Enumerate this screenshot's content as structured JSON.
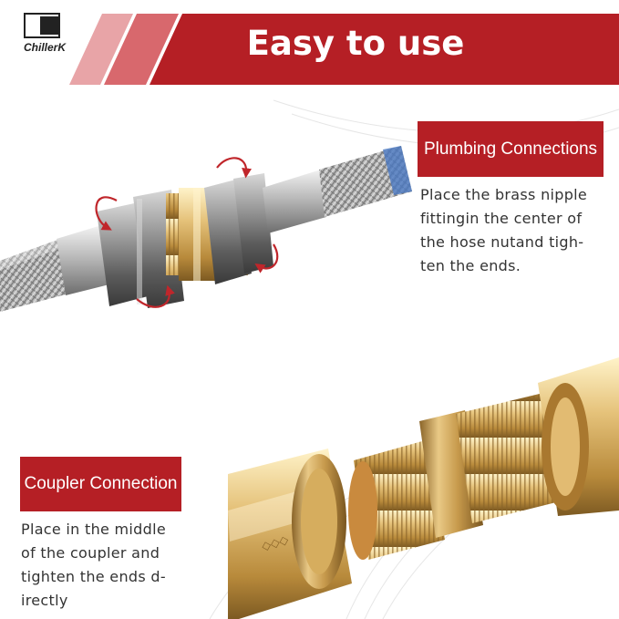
{
  "brand": {
    "logo_text": "ChillerK"
  },
  "header": {
    "title": "Easy to use",
    "accent_color": "#b51f25",
    "accent_light": "#e8a4a7"
  },
  "plumbing": {
    "label": "Plumbing Connections",
    "description_lines": [
      "Place the brass nipple",
      "fittingin the center of",
      "the hose nutand tigh-",
      "ten the ends."
    ]
  },
  "coupler": {
    "label": "Coupler Connection",
    "description_lines": [
      "Place in the middle",
      "of the coupler and",
      "tighten the ends d-",
      "irectly"
    ]
  },
  "illustrations": {
    "top": "braided-hose-with-brass-nipple-and-rotation-arrows",
    "bottom": "brass-coupler-and-nipple-fittings"
  }
}
